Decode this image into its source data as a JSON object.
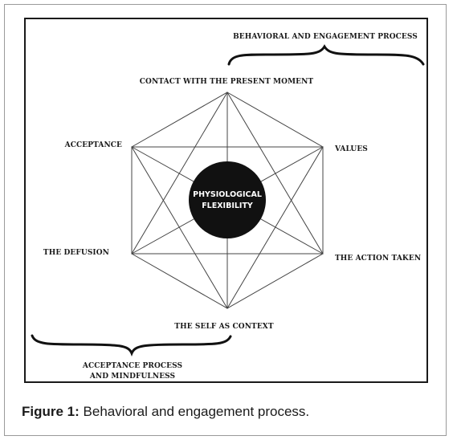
{
  "diagram": {
    "top_brace_label": "BEHAVIORAL AND ENGAGEMENT PROCESS",
    "bottom_brace_label_line1": "ACCEPTANCE PROCESS",
    "bottom_brace_label_line2": "AND MINDFULNESS",
    "center_line1": "PHYSIOLOGICAL",
    "center_line2": "FLEXIBILITY",
    "nodes": {
      "top": "CONTACT WITH THE PRESENT MOMENT",
      "upper_left": "ACCEPTANCE",
      "upper_right": "VALUES",
      "lower_left": "THE DEFUSION",
      "lower_right": "THE ACTION TAKEN",
      "bottom": "THE SELF AS CONTEXT"
    }
  },
  "caption": {
    "label": "Figure 1:",
    "text": " Behavioral and engagement process."
  }
}
